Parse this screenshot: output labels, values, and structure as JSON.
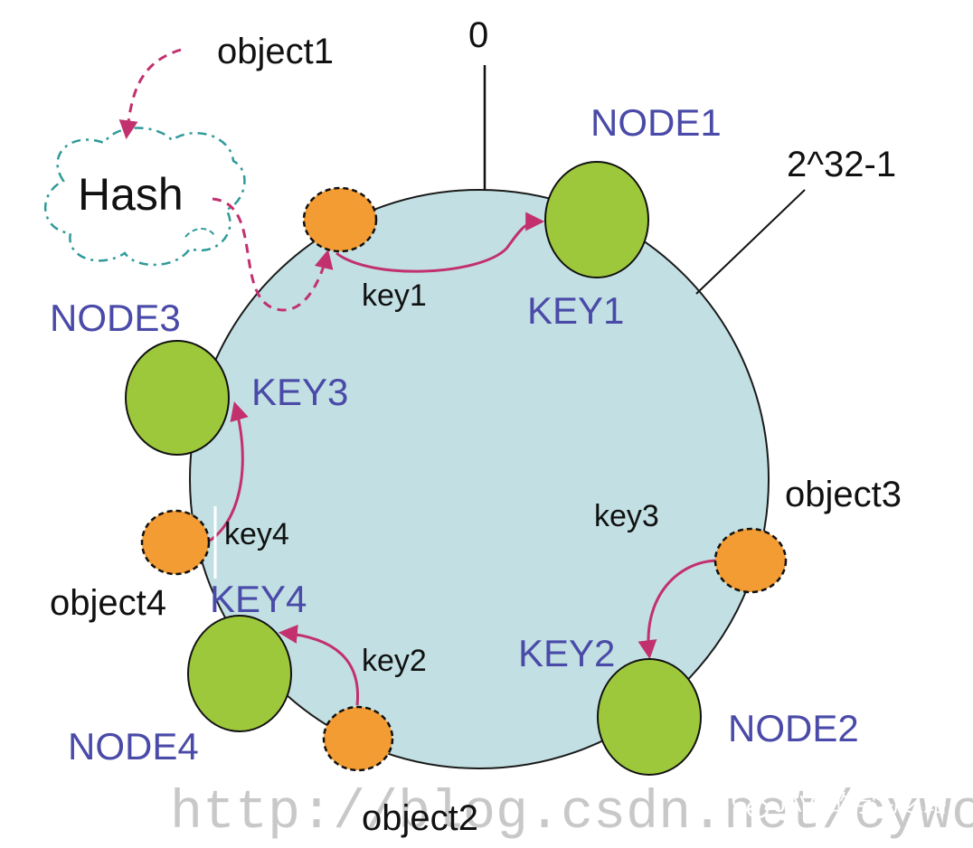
{
  "labels": {
    "zero": "0",
    "max": "2^32-1",
    "hash": "Hash",
    "object1": "object1",
    "object2": "object2",
    "object3": "object3",
    "object4": "object4",
    "key1": "key1",
    "key2": "key2",
    "key3": "key3",
    "key4": "key4",
    "KEY1": "KEY1",
    "KEY2": "KEY2",
    "KEY3": "KEY3",
    "KEY4": "KEY4",
    "NODE1": "NODE1",
    "NODE2": "NODE2",
    "NODE3": "NODE3",
    "NODE4": "NODE4"
  },
  "watermark": {
    "url": "http://blog.csdn.net/cywosp",
    "account": "JAVA的学习之路"
  },
  "colors": {
    "ring_fill": "#c2e0e3",
    "node_fill": "#9dc83c",
    "object_fill": "#f39c33",
    "arrow": "#c2306e",
    "hash_cloud": "#2f9a9a",
    "blue_text": "#4a4aa8"
  }
}
